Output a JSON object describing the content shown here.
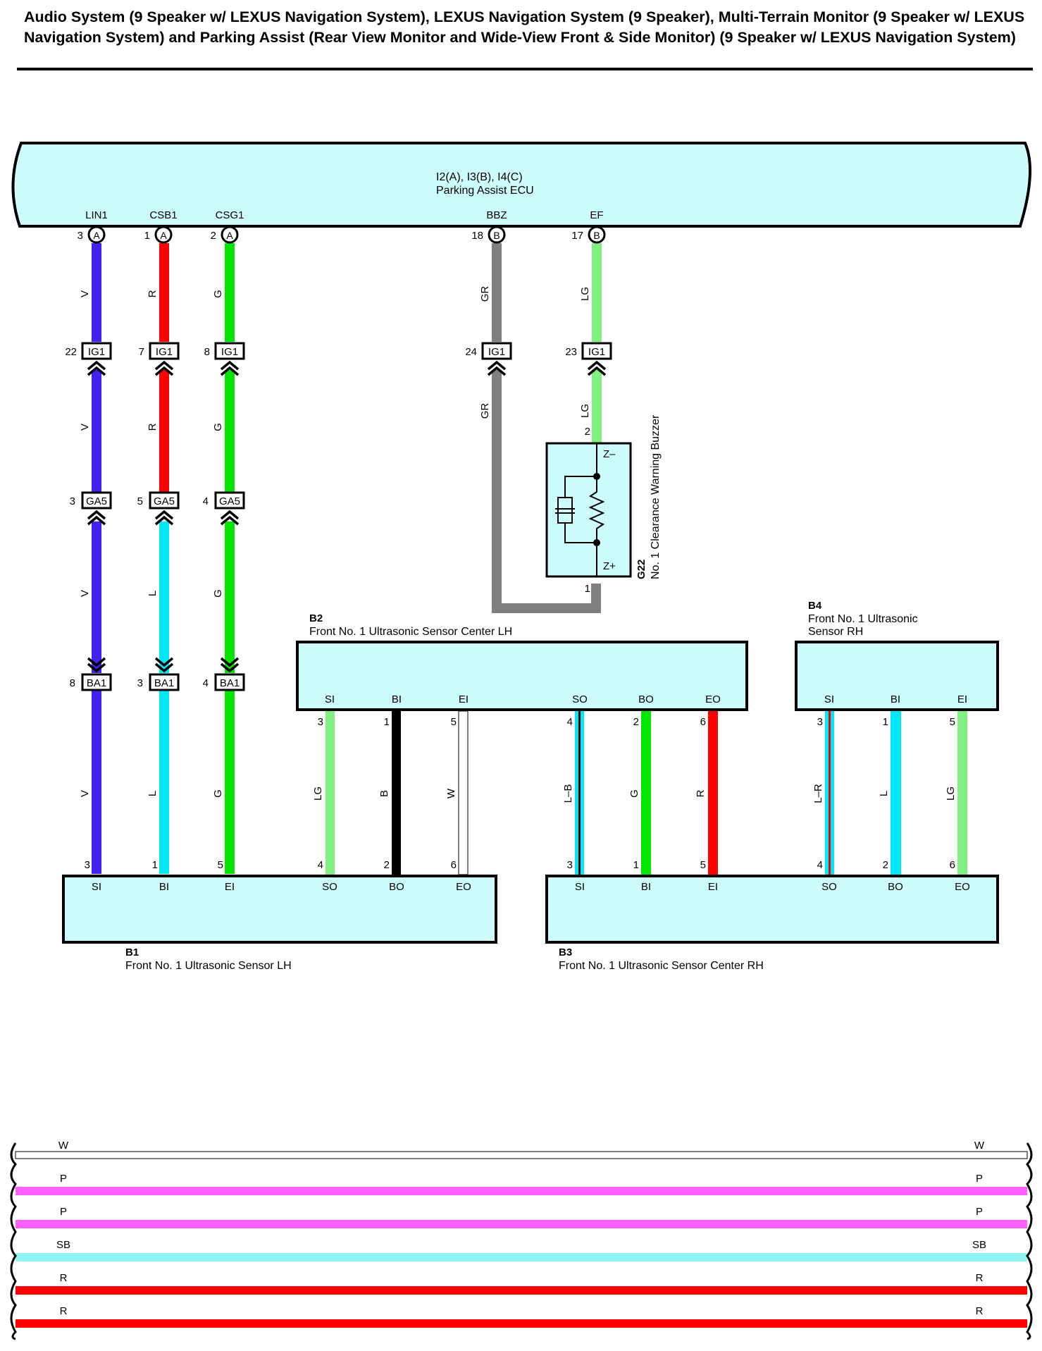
{
  "title": "Audio System (9 Speaker w/ LEXUS Navigation System), LEXUS Navigation System (9 Speaker), Multi-Terrain Monitor (9 Speaker w/ LEXUS Navigation System) and Parking Assist (Rear View Monitor and Wide-View Front & Side Monitor) (9 Speaker w/ LEXUS Navigation System)",
  "colors": {
    "V": "#4422ee",
    "R": "#ff0000",
    "G": "#00e600",
    "GR": "#808080",
    "LG": "#80f080",
    "L": "#00e8f8",
    "B": "#000000",
    "W": "#ffffff",
    "P": "#ff60ff",
    "SB": "#90f4f4",
    "component_fill": "#ccfcfc"
  },
  "ecu": {
    "code": "I2(A), I3(B), I4(C)",
    "name": "Parking Assist ECU",
    "pins": [
      {
        "label": "LIN1",
        "pin": "3",
        "conn": "A"
      },
      {
        "label": "CSB1",
        "pin": "1",
        "conn": "A"
      },
      {
        "label": "CSG1",
        "pin": "2",
        "conn": "A"
      },
      {
        "label": "BBZ",
        "pin": "18",
        "conn": "B"
      },
      {
        "label": "EF",
        "pin": "17",
        "conn": "B"
      }
    ]
  },
  "wires": [
    {
      "segments": [
        "V",
        "V",
        "V",
        "V"
      ]
    },
    {
      "segments": [
        "R",
        "R",
        "L",
        "L"
      ]
    },
    {
      "segments": [
        "G",
        "G",
        "G",
        "G"
      ]
    },
    {
      "segments": [
        "GR",
        "GR"
      ]
    },
    {
      "segments": [
        "LG",
        "LG"
      ]
    }
  ],
  "connectors": [
    {
      "name": "IG1",
      "pins": [
        "22",
        "7",
        "8",
        "24",
        "23"
      ]
    },
    {
      "name": "GA5",
      "pins": [
        "3",
        "5",
        "4"
      ]
    },
    {
      "name": "BA1",
      "pins": [
        "8",
        "3",
        "4"
      ]
    }
  ],
  "buzzer": {
    "code": "G22",
    "name": "No. 1 Clearance Warning Buzzer",
    "pin_top": "2",
    "pin_bottom": "1",
    "label_top": "Z–",
    "label_bottom": "Z+"
  },
  "sensors": {
    "b2": {
      "code": "B2",
      "name": "Front No.  1 Ultrasonic Sensor Center LH",
      "terminals": [
        "SI",
        "BI",
        "EI",
        "SO",
        "BO",
        "EO"
      ],
      "pins": [
        "3",
        "1",
        "5",
        "4",
        "2",
        "6"
      ],
      "wires": [
        "LG",
        "B",
        "W",
        "L–B",
        "G",
        "R"
      ]
    },
    "b4": {
      "code": "B4",
      "name_line1": "Front No.  1 Ultrasonic",
      "name_line2": "Sensor RH",
      "terminals": [
        "SI",
        "BI",
        "EI"
      ],
      "pins": [
        "3",
        "1",
        "5"
      ],
      "wires": [
        "L–R",
        "L",
        "LG"
      ]
    },
    "b1": {
      "code": "B1",
      "name": "Front No.  1 Ultrasonic Sensor LH",
      "terminals": [
        "SI",
        "BI",
        "EI",
        "SO",
        "BO",
        "EO"
      ],
      "pins": [
        "3",
        "1",
        "5",
        "4",
        "2",
        "6"
      ]
    },
    "b3": {
      "code": "B3",
      "name": "Front No.  1 Ultrasonic Sensor Center RH",
      "terminals": [
        "SI",
        "BI",
        "EI",
        "SO",
        "BO",
        "EO"
      ],
      "pins": [
        "3",
        "1",
        "5",
        "4",
        "2",
        "6"
      ]
    }
  },
  "lower_wires": [
    "W",
    "P",
    "P",
    "SB",
    "R",
    "R"
  ]
}
